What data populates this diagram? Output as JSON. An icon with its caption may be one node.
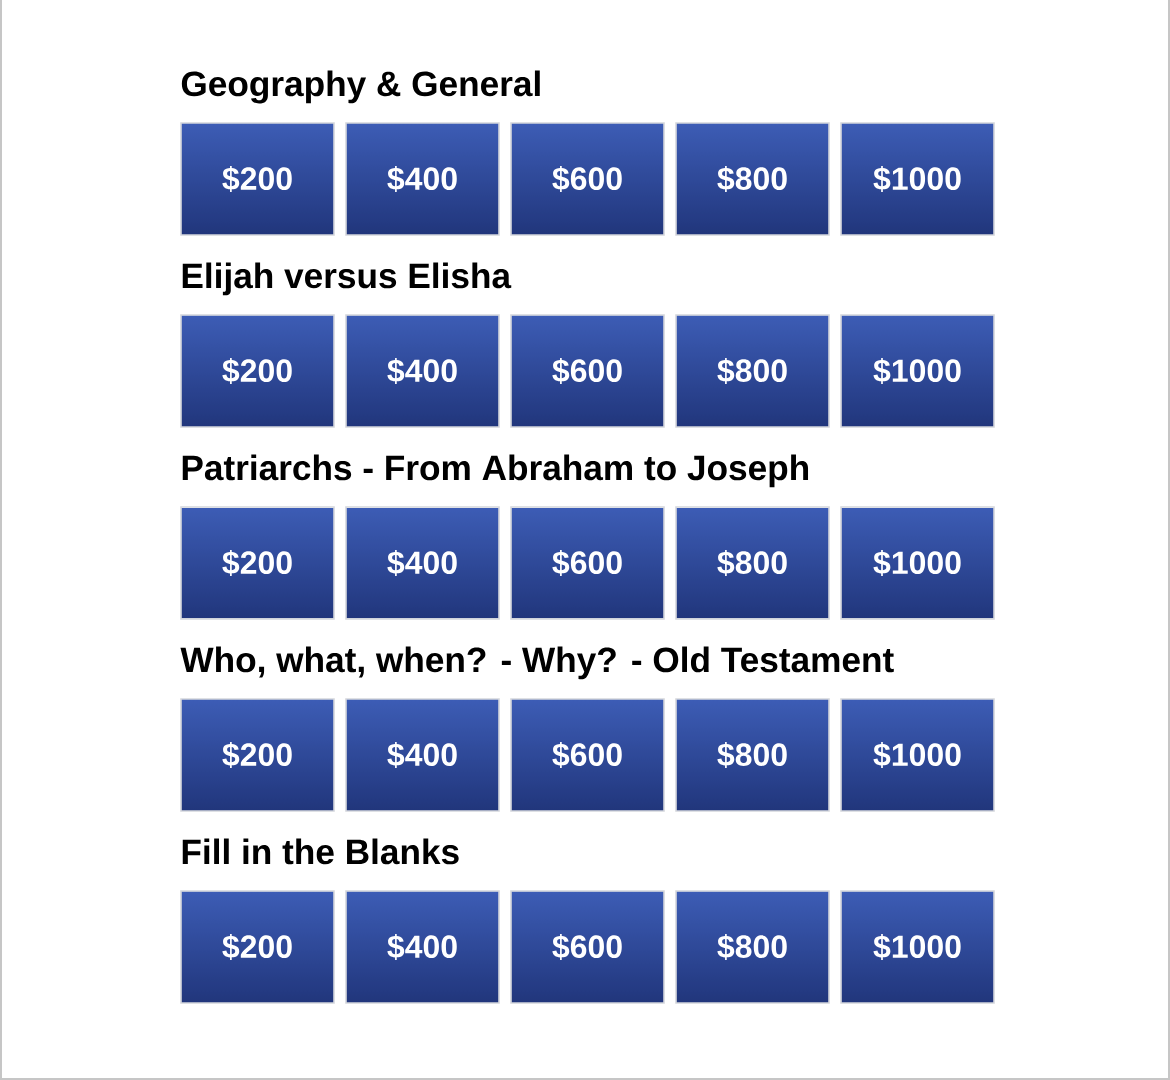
{
  "diagram": {
    "nodes": [
      {
        "text": [
          "$200"
        ]
      },
      {
        "text": [
          "$400"
        ]
      },
      {
        "text": [
          "$600"
        ]
      },
      {
        "text": [
          "$800"
        ]
      },
      {
        "text": [
          "$1000"
        ]
      },
      {
        "text": [
          "$200"
        ]
      },
      {
        "text": [
          "$400"
        ]
      },
      {
        "text": [
          "$600"
        ]
      },
      {
        "text": [
          "$800"
        ]
      },
      {
        "text": [
          "$1000"
        ]
      },
      {
        "text": [
          "$200"
        ]
      },
      {
        "text": [
          "$400"
        ]
      },
      {
        "text": [
          "$600"
        ]
      },
      {
        "text": [
          "$800"
        ]
      },
      {
        "text": [
          "$1000"
        ]
      },
      {
        "text": [
          "$200"
        ]
      },
      {
        "text": [
          "$400"
        ]
      },
      {
        "text": [
          "$600"
        ]
      },
      {
        "text": [
          "$800"
        ]
      },
      {
        "text": [
          "$1000"
        ]
      },
      {
        "text": [
          "$200"
        ]
      },
      {
        "text": [
          "$400"
        ]
      },
      {
        "text": [
          "$600"
        ]
      },
      {
        "text": [
          "$800"
        ]
      },
      {
        "text": [
          "$1000"
        ]
      }
    ],
    "labels": [
      "Geography & General",
      "Elijah versus Elisha",
      "Patriarchs - From Abraham to Joseph",
      "Who, what, when? - Why? - Old Testament",
      "Fill in the Blanks"
    ]
  }
}
